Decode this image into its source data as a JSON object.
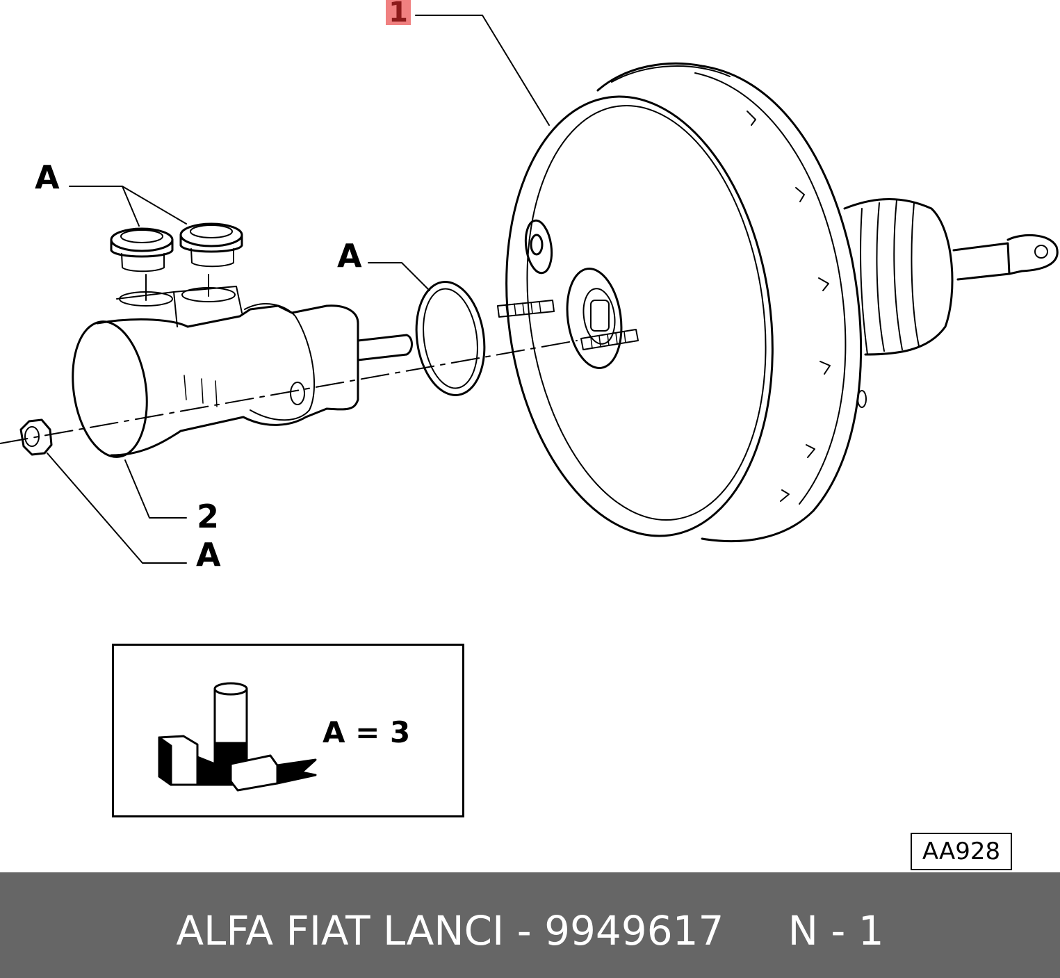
{
  "callouts": {
    "c1": "1",
    "c2": "2",
    "a_caps": "A",
    "a_ring": "A",
    "a_nut": "A"
  },
  "legend": {
    "text": "A = 3",
    "icon": "fiat-grease-tube-and-box-icon"
  },
  "drawing_code": "AA928",
  "footer": {
    "text": "ALFA FIAT LANCI - 9949617     N - 1"
  },
  "colors": {
    "highlight": "#f08080",
    "footer_bg": "#666666"
  }
}
